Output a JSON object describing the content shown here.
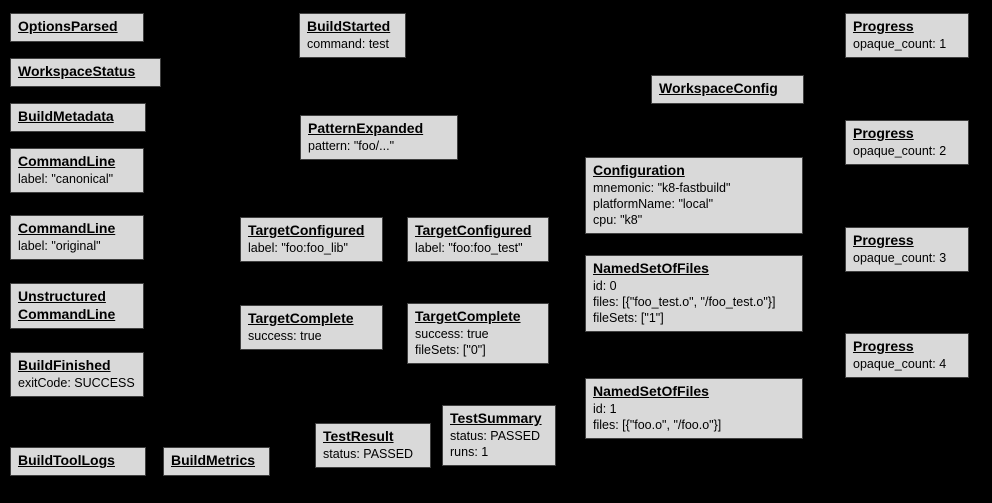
{
  "diagram": {
    "background_color": "#000000",
    "box_fill_color": "#d9d9d9",
    "box_border_color": "#404040",
    "text_color": "#000000"
  },
  "nodes": [
    {
      "title": "OptionsParsed",
      "lines": []
    },
    {
      "title": "WorkspaceStatus",
      "lines": []
    },
    {
      "title": "BuildMetadata",
      "lines": []
    },
    {
      "title": "CommandLine",
      "lines": [
        "label: \"canonical\""
      ]
    },
    {
      "title": "CommandLine",
      "lines": [
        "label: \"original\""
      ]
    },
    {
      "title": "Unstructured\nCommandLine",
      "lines": []
    },
    {
      "title": "BuildFinished",
      "lines": [
        "exitCode: SUCCESS"
      ]
    },
    {
      "title": "BuildToolLogs",
      "lines": []
    },
    {
      "title": "BuildMetrics",
      "lines": []
    },
    {
      "title": "BuildStarted",
      "lines": [
        "command: test"
      ]
    },
    {
      "title": "PatternExpanded",
      "lines": [
        "pattern: \"foo/...\""
      ]
    },
    {
      "title": "TargetConfigured",
      "lines": [
        "label: \"foo:foo_lib\""
      ]
    },
    {
      "title": "TargetComplete",
      "lines": [
        "success: true"
      ]
    },
    {
      "title": "TestResult",
      "lines": [
        "status: PASSED"
      ]
    },
    {
      "title": "TargetConfigured",
      "lines": [
        "label: \"foo:foo_test\""
      ]
    },
    {
      "title": "TargetComplete",
      "lines": [
        "success: true",
        "fileSets: [\"0\"]"
      ]
    },
    {
      "title": "TestSummary",
      "lines": [
        "status: PASSED",
        "runs: 1"
      ]
    },
    {
      "title": "WorkspaceConfig",
      "lines": []
    },
    {
      "title": "Configuration",
      "lines": [
        "mnemonic: \"k8-fastbuild\"",
        "platformName: \"local\"",
        "cpu: \"k8\""
      ]
    },
    {
      "title": "NamedSetOfFiles",
      "lines": [
        "id: 0",
        "files: [{\"foo_test.o\", \"/foo_test.o\"}]",
        "fileSets: [\"1\"]"
      ]
    },
    {
      "title": "NamedSetOfFiles",
      "lines": [
        "id: 1",
        "files: [{\"foo.o\", \"/foo.o\"}]"
      ]
    },
    {
      "title": "Progress",
      "lines": [
        "opaque_count: 1"
      ]
    },
    {
      "title": "Progress",
      "lines": [
        "opaque_count: 2"
      ]
    },
    {
      "title": "Progress",
      "lines": [
        "opaque_count: 3"
      ]
    },
    {
      "title": "Progress",
      "lines": [
        "opaque_count: 4"
      ]
    }
  ]
}
